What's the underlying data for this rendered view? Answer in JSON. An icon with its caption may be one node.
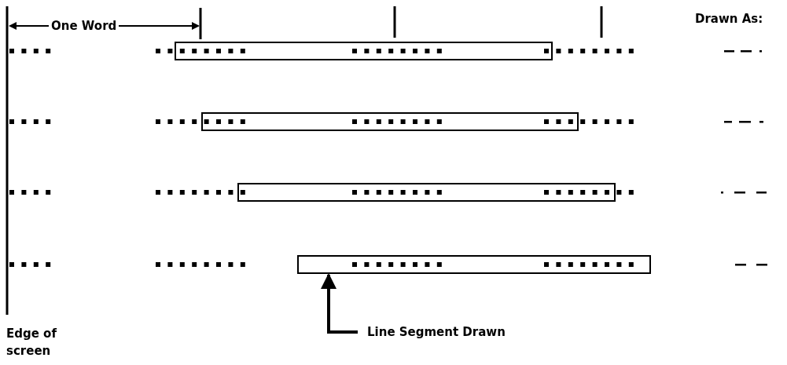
{
  "diagram": {
    "nodes": [
      {
        "text": [],
        "shape": "bar"
      },
      {
        "text": [],
        "shape": "bar"
      },
      {
        "text": [],
        "shape": "bar"
      },
      {
        "text": [],
        "shape": "bar"
      },
      {
        "text": [
          "Line Segment Drawn"
        ]
      }
    ],
    "edges": [
      {
        "from": 4,
        "to": 3,
        "arrow": "to"
      }
    ],
    "labels": [
      "One Word",
      "Drawn As:",
      "Edge of screen"
    ]
  }
}
